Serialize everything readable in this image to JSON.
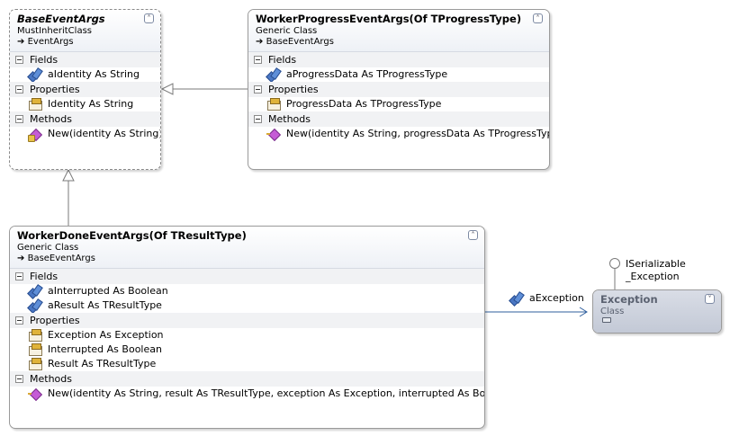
{
  "classes": {
    "base_event_args": {
      "name": "BaseEventArgs",
      "stereotype": "MustInheritClass",
      "base": "EventArgs",
      "sections": [
        {
          "title": "Fields",
          "members": [
            {
              "icon": "field-icon",
              "text": "aIdentity As String"
            }
          ]
        },
        {
          "title": "Properties",
          "members": [
            {
              "icon": "property-icon",
              "text": "Identity As String"
            }
          ]
        },
        {
          "title": "Methods",
          "members": [
            {
              "icon": "constructor-icon",
              "text": "New(identity As String)"
            }
          ]
        }
      ]
    },
    "worker_progress_event_args": {
      "name": "WorkerProgressEventArgs(Of TProgressType)",
      "stereotype": "Generic Class",
      "base": "BaseEventArgs",
      "sections": [
        {
          "title": "Fields",
          "members": [
            {
              "icon": "field-icon",
              "text": "aProgressData As TProgressType"
            }
          ]
        },
        {
          "title": "Properties",
          "members": [
            {
              "icon": "property-icon",
              "text": "ProgressData As TProgressType"
            }
          ]
        },
        {
          "title": "Methods",
          "members": [
            {
              "icon": "method-icon",
              "text": "New(identity As String, progressData As TProgressType)"
            }
          ]
        }
      ]
    },
    "worker_done_event_args": {
      "name": "WorkerDoneEventArgs(Of TResultType)",
      "stereotype": "Generic Class",
      "base": "BaseEventArgs",
      "sections": [
        {
          "title": "Fields",
          "members": [
            {
              "icon": "field-icon",
              "text": "aInterrupted As Boolean"
            },
            {
              "icon": "field-icon",
              "text": "aResult As TResultType"
            }
          ]
        },
        {
          "title": "Properties",
          "members": [
            {
              "icon": "property-icon",
              "text": "Exception As Exception"
            },
            {
              "icon": "property-icon",
              "text": "Interrupted As Boolean"
            },
            {
              "icon": "property-icon",
              "text": "Result As TResultType"
            }
          ]
        },
        {
          "title": "Methods",
          "members": [
            {
              "icon": "method-icon",
              "text": "New(identity As String, result As TResultType, exception As Exception, interrupted As Boolean)"
            }
          ]
        }
      ]
    },
    "exception": {
      "name": "Exception",
      "stereotype": "Class",
      "interfaces": [
        "ISerializable",
        "_Exception"
      ]
    }
  },
  "association": {
    "label": "aException",
    "icon": "field-icon"
  },
  "inheritance_arrow": "➔",
  "collapse_glyph": "˄",
  "expand_glyph": "˅",
  "colors": {
    "border": "#9a9a9a",
    "header_gradient_end": "#eef1f6",
    "section_bg": "#f1f2f4",
    "association_line": "#2f5f9e",
    "inheritance_line": "#7a7a7a",
    "collapsed_class_bg": "#c3c9d6"
  }
}
